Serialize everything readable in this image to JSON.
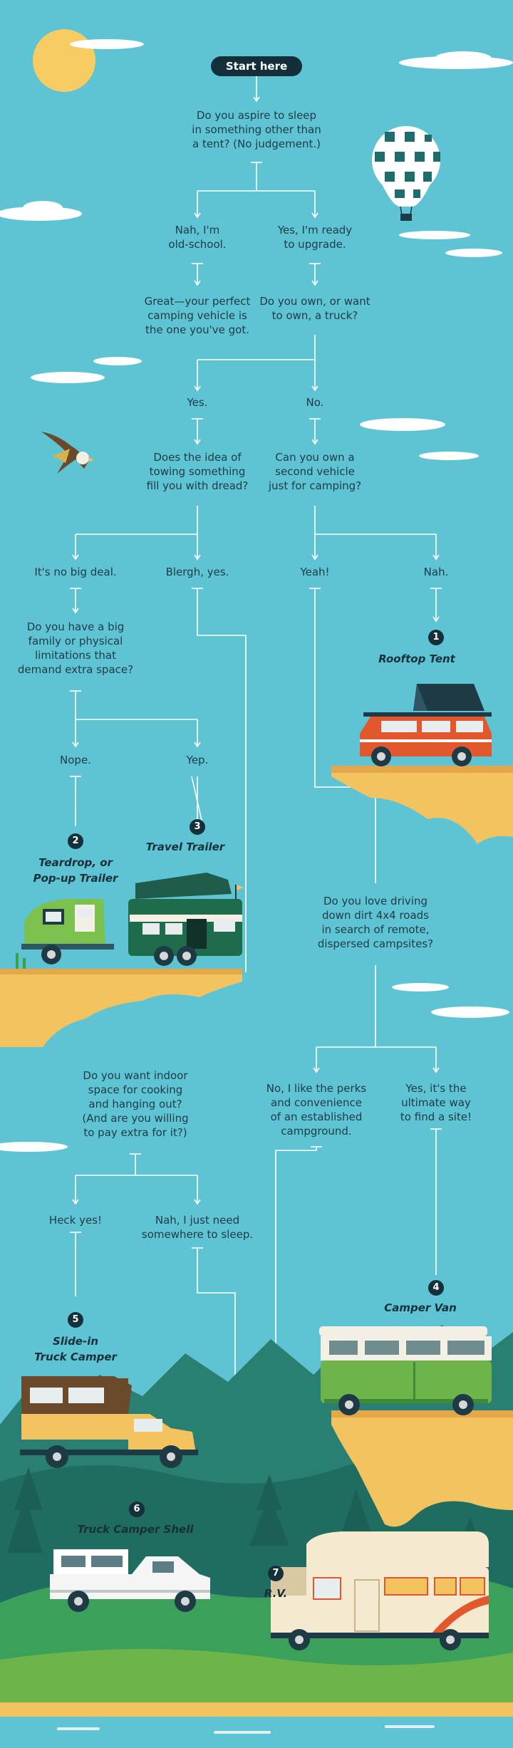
{
  "start": "Start here",
  "q1": [
    "Do you aspire to sleep",
    "in something other than",
    "a tent? (No judgement.)"
  ],
  "nah_oldschool": [
    "Nah, I'm",
    "old-school."
  ],
  "yes_upgrade": [
    "Yes, I'm ready",
    "to upgrade."
  ],
  "great": [
    "Great—your perfect",
    "camping vehicle is",
    "the one you've got."
  ],
  "own_truck": [
    "Do you own, or want",
    "to own, a truck?"
  ],
  "yes": "Yes.",
  "no": "No.",
  "towing": [
    "Does the idea of",
    "towing something",
    "fill you with dread?"
  ],
  "second_vehicle": [
    "Can you own a",
    "second vehicle",
    "just for camping?"
  ],
  "no_big_deal": "It's no big deal.",
  "blergh": "Blergh, yes.",
  "yeah": "Yeah!",
  "nah": "Nah.",
  "big_family": [
    "Do you have a big",
    "family or physical",
    "limitations that",
    "demand extra space?"
  ],
  "nope": "Nope.",
  "yep": "Yep.",
  "dirt_roads": [
    "Do you love driving",
    "down dirt 4x4 roads",
    "in search of remote,",
    "dispersed campsites?"
  ],
  "indoor_space": [
    "Do you want indoor",
    "space for cooking",
    "and hanging out?",
    "(And are you willing",
    "to pay extra for it?)"
  ],
  "perks": [
    "No, I like the perks",
    "and convenience",
    "of an established",
    "campground."
  ],
  "ultimate": [
    "Yes, it's the",
    "ultimate way",
    "to find a site!"
  ],
  "heck_yes": "Heck yes!",
  "nah_sleep": [
    "Nah, I just need",
    "somewhere to sleep."
  ],
  "results": [
    {
      "number": "1",
      "name": "Rooftop Tent"
    },
    {
      "number": "2",
      "name_lines": [
        "Teardrop, or",
        "Pop-up Trailer"
      ]
    },
    {
      "number": "3",
      "name": "Travel Trailer"
    },
    {
      "number": "4",
      "name": "Camper Van"
    },
    {
      "number": "5",
      "name_lines": [
        "Slide-in",
        "Truck Camper"
      ]
    },
    {
      "number": "6",
      "name": "Truck Camper Shell"
    },
    {
      "number": "7",
      "name": "R.V."
    }
  ],
  "colors": {
    "sky": "#5ec4d3",
    "ink": "#1d3a45",
    "cliff": "#f2c35e",
    "hill": "#2f8a78",
    "accent_orange": "#e2572c",
    "accent_green": "#6db54b"
  }
}
